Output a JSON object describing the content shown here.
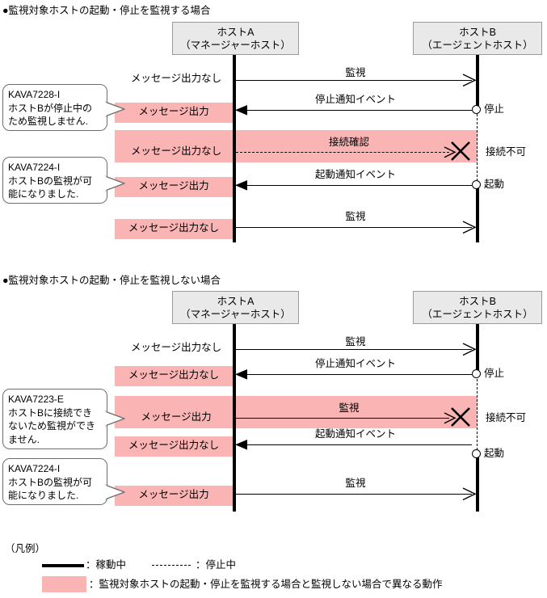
{
  "sections": [
    {
      "id": "monitor-startup-stop",
      "title": "●監視対象ホストの起動・停止を監視する場合",
      "actor_a": {
        "line1": "ホストA",
        "line2": "（マネージャーホスト）"
      },
      "actor_b": {
        "line1": "ホストB",
        "line2": "（エージェントホスト）"
      },
      "rows": [
        {
          "msg": "メッセージ出力なし",
          "msg_pink": false,
          "arrow_label": "監視",
          "dir": "right",
          "style": "solid",
          "blocked": false,
          "band": false,
          "state": ""
        },
        {
          "msg": "メッセージ出力",
          "msg_pink": true,
          "arrow_label": "停止通知イベント",
          "dir": "left",
          "style": "solid",
          "blocked": false,
          "band": false,
          "state": "停止"
        },
        {
          "msg": "メッセージ出力なし",
          "msg_pink": true,
          "arrow_label": "接続確認",
          "dir": "right",
          "style": "dashed",
          "blocked": true,
          "band": true,
          "state": "接続不可"
        },
        {
          "msg": "メッセージ出力",
          "msg_pink": true,
          "arrow_label": "起動通知イベント",
          "dir": "left",
          "style": "solid",
          "blocked": false,
          "band": false,
          "state": "起動"
        },
        {
          "msg": "メッセージ出力なし",
          "msg_pink": true,
          "arrow_label": "監視",
          "dir": "right",
          "style": "solid",
          "blocked": false,
          "band": false,
          "state": ""
        }
      ],
      "callouts": [
        {
          "id": "kava7228i",
          "text": "KAVA7228-I\nホストBが停止中の\nため監視しません."
        },
        {
          "id": "kava7224i",
          "text": "KAVA7224-I\nホストBの監視が可\n能になりました."
        }
      ]
    },
    {
      "id": "no-monitor-startup-stop",
      "title": "●監視対象ホストの起動・停止を監視しない場合",
      "actor_a": {
        "line1": "ホストA",
        "line2": "（マネージャーホスト）"
      },
      "actor_b": {
        "line1": "ホストB",
        "line2": "（エージェントホスト）"
      },
      "rows": [
        {
          "msg": "メッセージ出力なし",
          "msg_pink": false,
          "arrow_label": "監視",
          "dir": "right",
          "style": "solid",
          "blocked": false,
          "band": false,
          "state": ""
        },
        {
          "msg": "メッセージ出力なし",
          "msg_pink": true,
          "arrow_label": "停止通知イベント",
          "dir": "left",
          "style": "solid",
          "blocked": false,
          "band": false,
          "state": "停止"
        },
        {
          "msg": "メッセージ出力",
          "msg_pink": true,
          "arrow_label": "監視",
          "dir": "right",
          "style": "solid",
          "blocked": true,
          "band": true,
          "state": "接続不可"
        },
        {
          "msg": "メッセージ出力なし",
          "msg_pink": true,
          "arrow_label": "起動通知イベント",
          "dir": "left",
          "style": "solid",
          "blocked": false,
          "band": false,
          "state": "起動"
        },
        {
          "msg": "メッセージ出力",
          "msg_pink": true,
          "arrow_label": "監視",
          "dir": "right",
          "style": "solid",
          "blocked": false,
          "band": false,
          "state": ""
        }
      ],
      "callouts": [
        {
          "id": "kava7223e",
          "text": "KAVA7223-E\nホストBに接続でき\nないため監視ができ\nません."
        },
        {
          "id": "kava7224i2",
          "text": "KAVA7224-I\nホストBの監視が可\n能になりました."
        }
      ]
    }
  ],
  "legend": {
    "title": "（凡例）",
    "running_label": "：稼動中",
    "stopped_label": "：停止中",
    "band_label": "：監視対象ホストの起動・停止を監視する場合と監視しない場合で異なる動作"
  },
  "colors": {
    "band_pink": "#fab4b4",
    "actor_box_fill": "#e9e9e9",
    "actor_box_border": "#9a9a9a",
    "line": "#000000",
    "callout_border": "#6d6d6d"
  }
}
